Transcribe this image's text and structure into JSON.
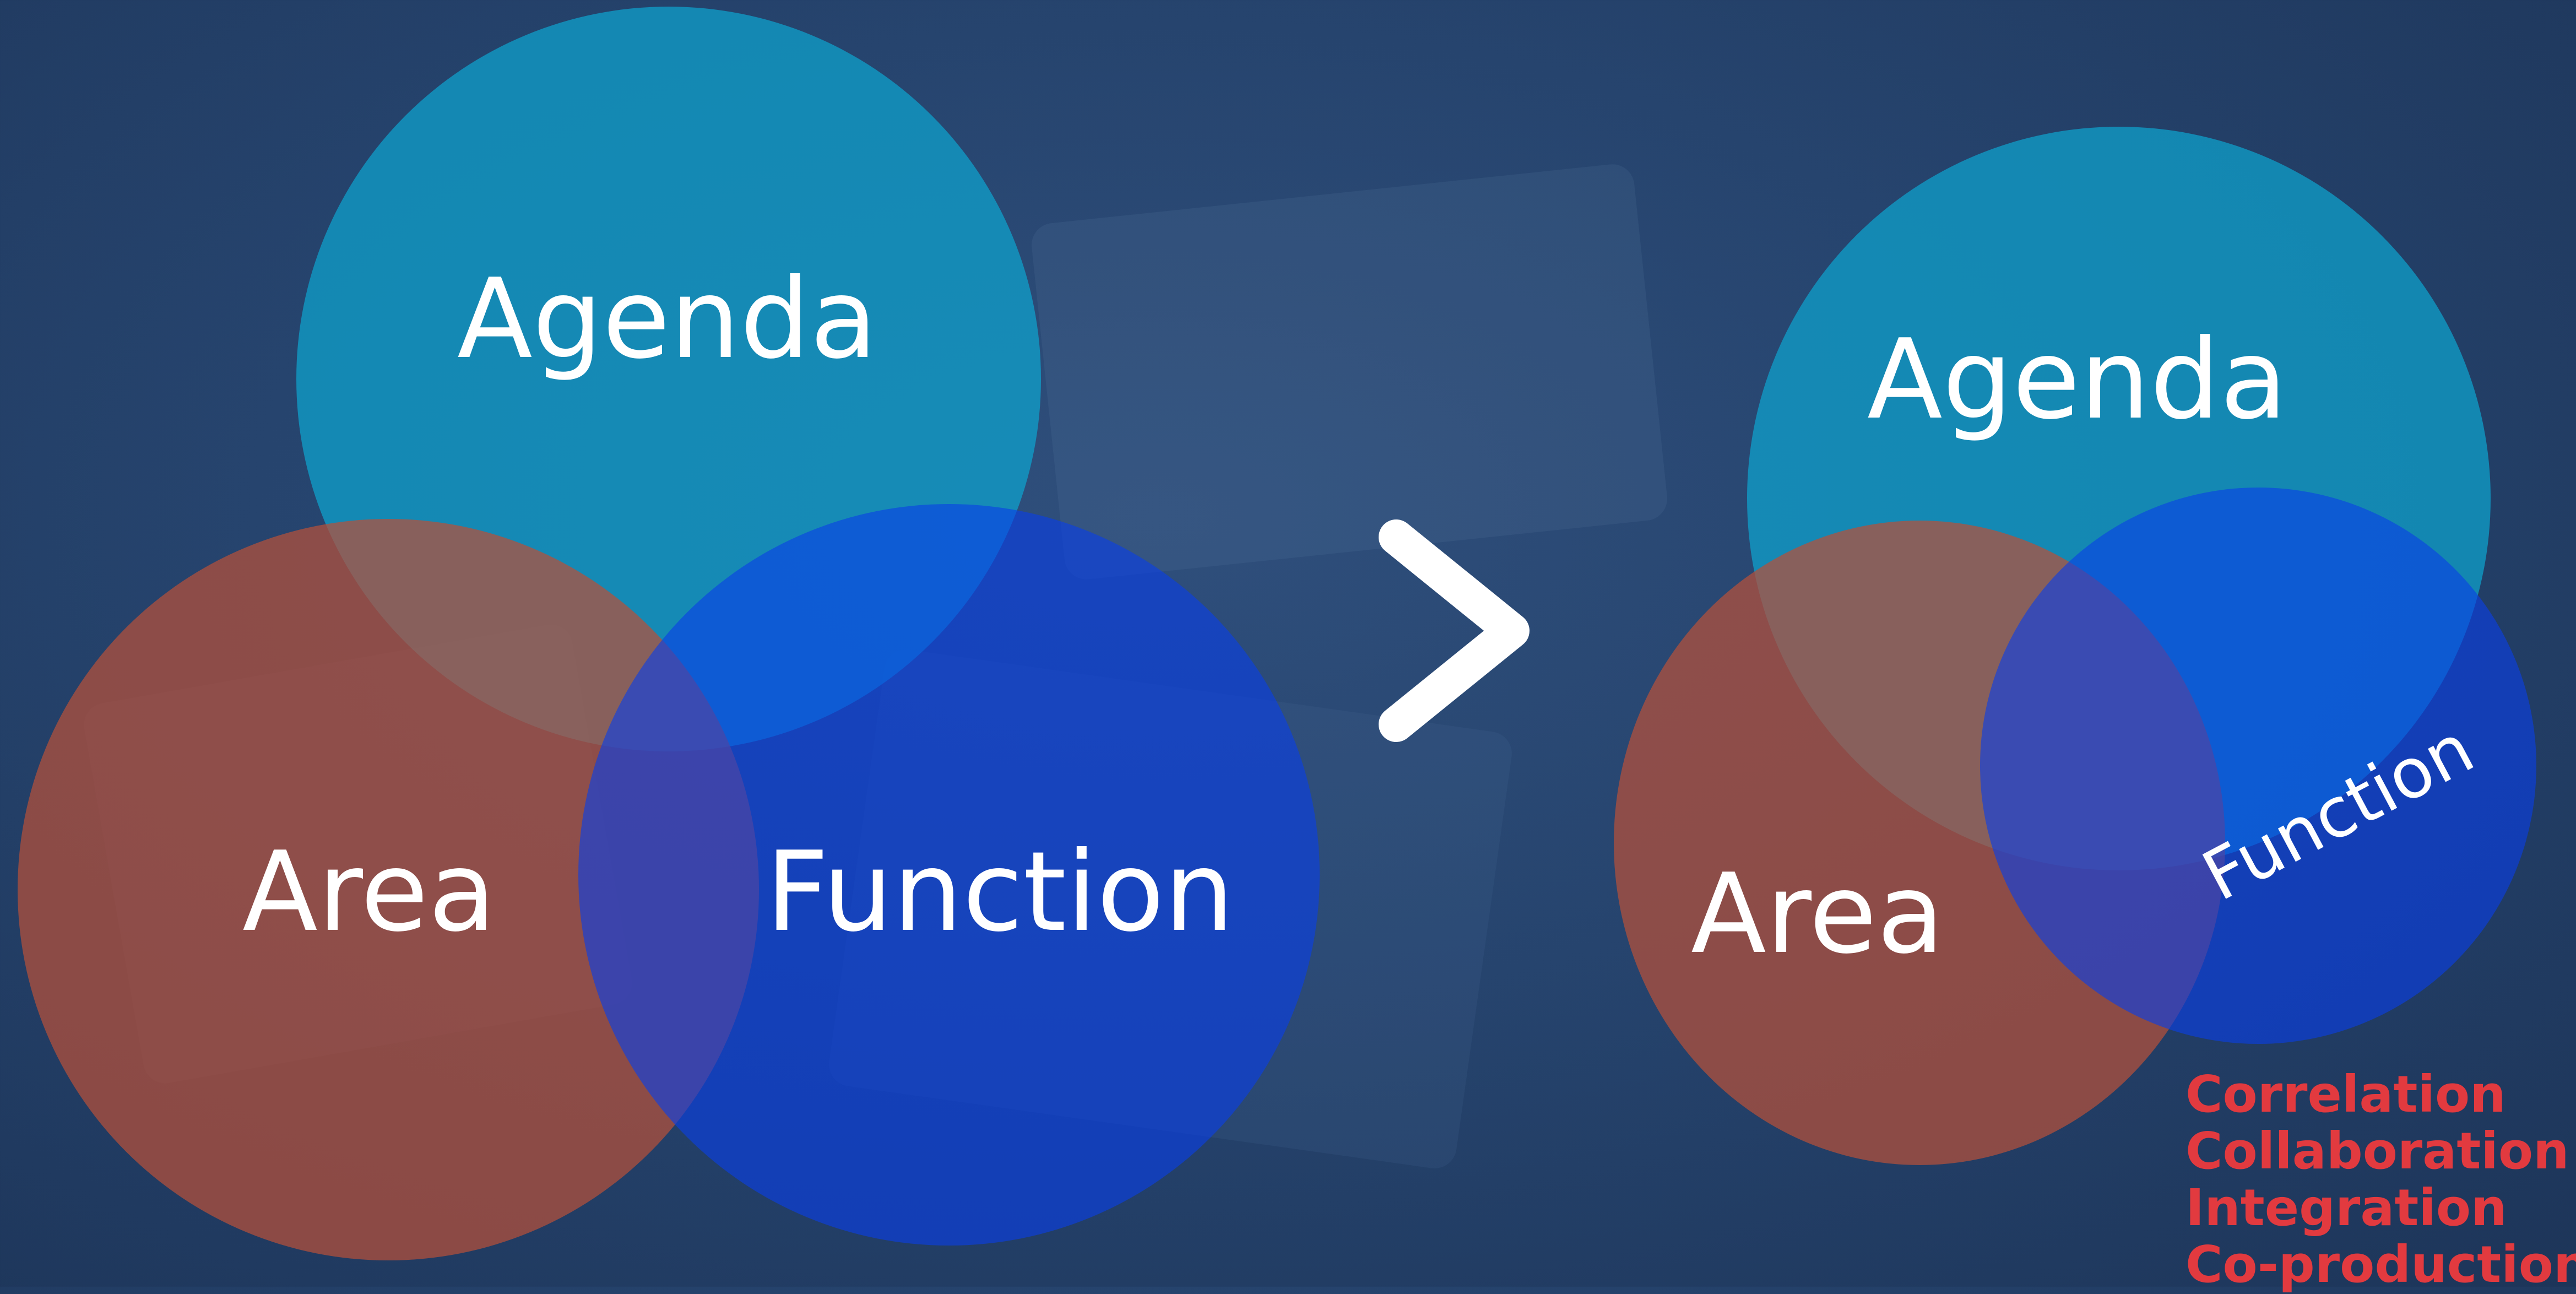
{
  "colors": {
    "background": "#26446e",
    "agenda": "#0ea3cf",
    "area": "#b5513a",
    "function": "#0a3fe6",
    "arrow": "#ffffff",
    "list_text": "#e23a3f"
  },
  "left_diagram": {
    "agenda_label": "Agenda",
    "area_label": "Area",
    "function_label": "Function"
  },
  "arrow_icon": "chevron-right-icon",
  "right_diagram": {
    "agenda_label": "Agenda",
    "area_label": "Area",
    "function_label": "Function"
  },
  "list": {
    "items": [
      "Correlation",
      "Collaboration",
      "Integration",
      "Co-production"
    ]
  }
}
